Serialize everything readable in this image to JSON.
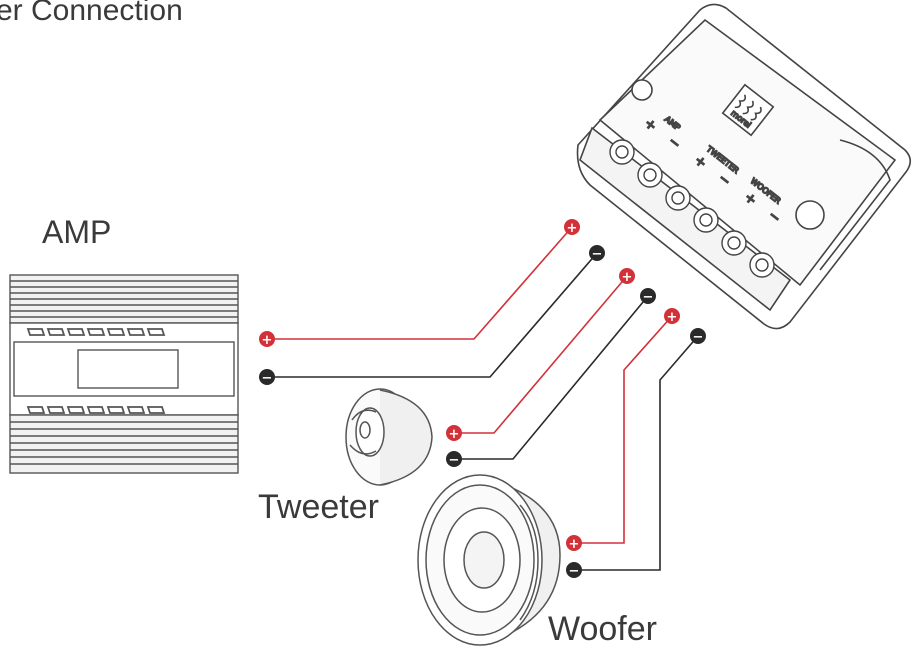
{
  "title": "er Connection",
  "labels": {
    "amp": "AMP",
    "tweeter": "Tweeter",
    "woofer": "Woofer"
  },
  "crossover": {
    "brand": "morel",
    "terminal_labels": [
      "AMP",
      "TWEETER",
      "WOOFER"
    ],
    "polarity_signs": [
      "+",
      "−",
      "+",
      "−",
      "+",
      "−"
    ]
  },
  "polarity": {
    "positive": "+",
    "negative": "−"
  },
  "colors": {
    "positive_wire": "#d3313a",
    "negative_wire": "#2a2a2a",
    "outline": "#555555"
  },
  "icons": [
    "amplifier-icon",
    "crossover-icon",
    "tweeter-icon",
    "woofer-icon"
  ]
}
